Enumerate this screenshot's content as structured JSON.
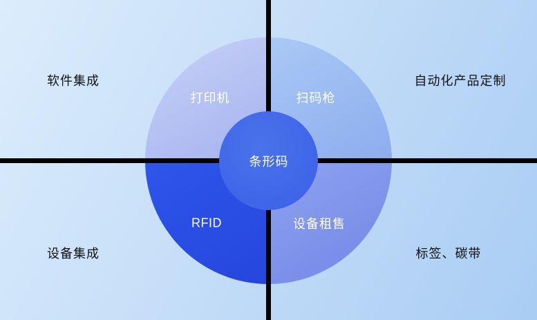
{
  "diagram": {
    "center_label": "条形码",
    "ring": {
      "top_left": "打印机",
      "top_right": "扫码枪",
      "bottom_left": "RFID",
      "bottom_right": "设备租售"
    },
    "corners": {
      "top_left": "软件集成",
      "top_right": "自动化产品定制",
      "bottom_left": "设备集成",
      "bottom_right": "标签、碳带"
    },
    "colors": {
      "background_start": "#dcedfc",
      "background_end": "#a9cdf3",
      "divider": "#000000",
      "ring_top_left": "#aebcf2",
      "ring_top_right": "#98bbf2",
      "ring_bottom_left": "#2b51e8",
      "ring_bottom_right": "#8096ec",
      "center_circle": "#3f66e8",
      "ring_text": "#ffffff",
      "corner_text": "#101114"
    }
  }
}
